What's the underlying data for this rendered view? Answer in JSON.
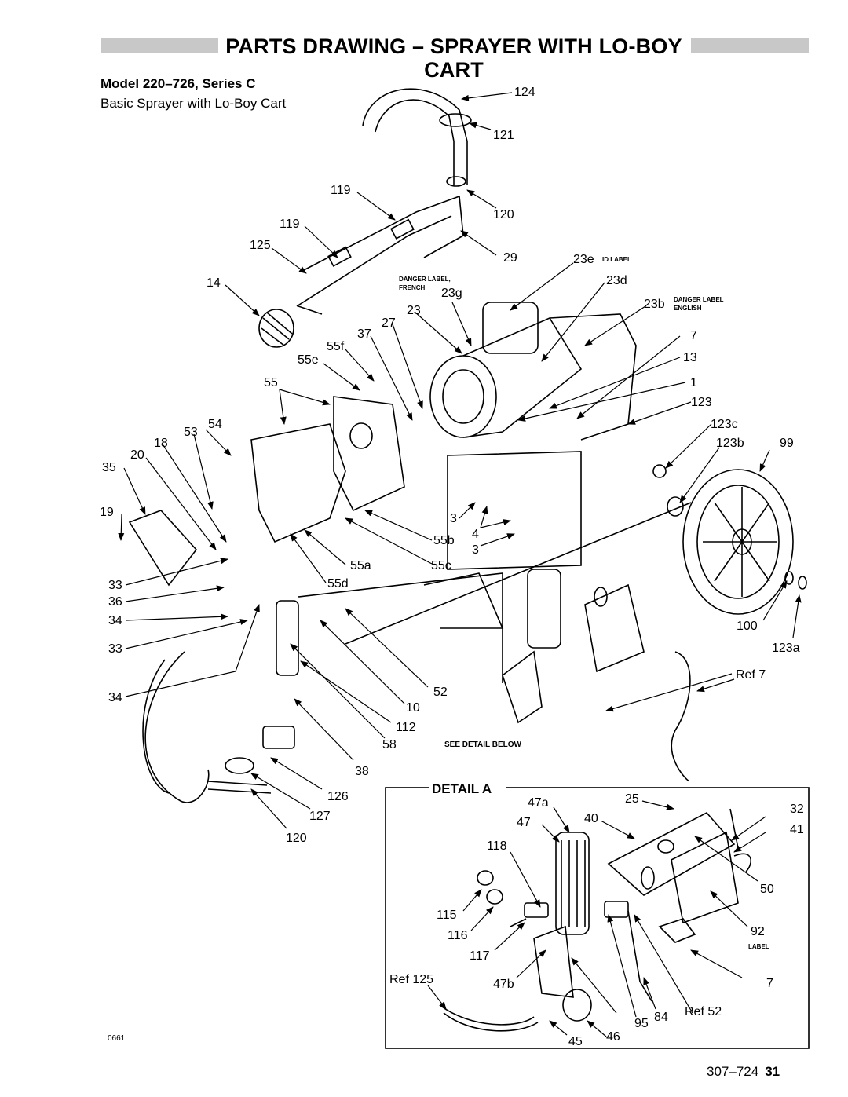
{
  "header": {
    "title": "PARTS DRAWING – SPRAYER WITH LO-BOY CART",
    "model": "Model 220–726, Series C",
    "subtitle": "Basic Sprayer with Lo-Boy Cart"
  },
  "callouts": {
    "c124": "124",
    "c121": "121",
    "c119a": "119",
    "c119b": "119",
    "c120a": "120",
    "c125": "125",
    "c29": "29",
    "c14": "14",
    "c23e": "23e",
    "c23d": "23d",
    "c23g": "23g",
    "c23b": "23b",
    "c23": "23",
    "c27": "27",
    "c37": "37",
    "c55f": "55f",
    "c55e": "55e",
    "c7a": "7",
    "c13": "13",
    "c55": "55",
    "c1": "1",
    "c123": "123",
    "c123c": "123c",
    "c54": "54",
    "c53": "53",
    "c18": "18",
    "c123b": "123b",
    "c99": "99",
    "c20": "20",
    "c35": "35",
    "c19": "19",
    "c3a": "3",
    "c4": "4",
    "c55b": "55b",
    "c3b": "3",
    "c55a": "55a",
    "c55c": "55c",
    "c33a": "33",
    "c55d": "55d",
    "c36": "36",
    "c34a": "34",
    "c100": "100",
    "c33b": "33",
    "c123a": "123a",
    "cref7": "Ref  7",
    "c52": "52",
    "c34b": "34",
    "c10": "10",
    "c112": "112",
    "c58": "58",
    "c38": "38",
    "c126": "126",
    "c127": "127",
    "c120b": "120"
  },
  "small_labels": {
    "id_label": "ID LABEL",
    "danger_fr_1": "DANGER LABEL,",
    "danger_fr_2": "FRENCH",
    "danger_en_1": "DANGER LABEL",
    "danger_en_2": "ENGLISH",
    "see_detail": "SEE DETAIL BELOW"
  },
  "detail": {
    "title": "DETAIL A",
    "callouts": {
      "d47a": "47a",
      "d25": "25",
      "d32": "32",
      "d47": "47",
      "d40": "40",
      "d41": "41",
      "d118": "118",
      "d50": "50",
      "d115": "115",
      "d116": "116",
      "d92": "92",
      "d117": "117",
      "dref125": "Ref 125",
      "d47b": "47b",
      "d7": "7",
      "d95": "95",
      "d84": "84",
      "dref52": "Ref 52",
      "d46": "46",
      "d45": "45"
    },
    "label_tag": "LABEL"
  },
  "footer": {
    "doc_number": "307–724",
    "page_number": "31",
    "figure_id": "0661"
  }
}
